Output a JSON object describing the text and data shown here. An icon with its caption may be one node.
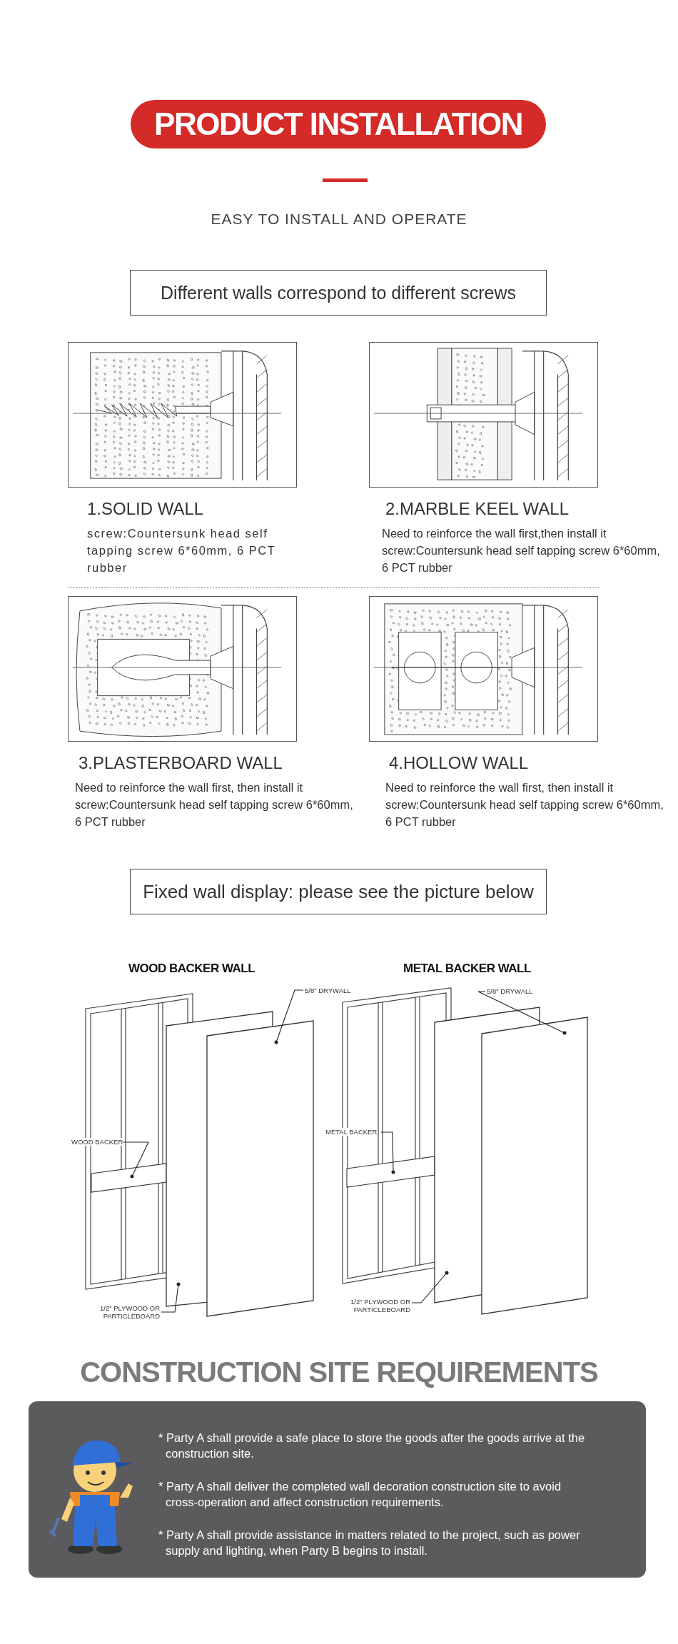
{
  "diagram": {
    "title": "PRODUCT INSTALLATION",
    "nodes": [
      {
        "text": [
          "Different walls correspond to different screws"
        ]
      },
      {
        "text": [],
        "shape": "picture",
        "beside": [
          "1.SOLID WALL",
          "screw:Countersunk head self tapping screw 6*60mm, 6 PCT rubber"
        ]
      },
      {
        "text": [],
        "shape": "picture",
        "beside": [
          "2.MARBLE KEEL WALL",
          "Need to reinforce the wall first,then install it",
          "screw:Countersunk head self tapping screw 6*60mm, 6 PCT rubber"
        ]
      },
      {
        "text": [],
        "shape": "picture",
        "beside": [
          "3.PLASTERBOARD WALL",
          "Need to reinforce the wall first, then install it",
          "screw:Countersunk head self tapping screw 6*60mm, 6 PCT rubber"
        ]
      },
      {
        "text": [],
        "shape": "picture",
        "beside": [
          "4.HOLLOW WALL",
          "Need to reinforce the wall first, then install it",
          "screw:Countersunk head self tapping screw 6*60mm, 6 PCT rubber"
        ]
      },
      {
        "text": [
          "Fixed wall display: please see the picture below"
        ]
      },
      {
        "text": [
          "5/8\" DRYWALL"
        ]
      },
      {
        "text": [
          "WOOD BACKER"
        ]
      },
      {
        "text": [
          "1/2\" PLYWOOD OR PARTICLEBOARD"
        ]
      },
      {
        "text": [],
        "shape": "box"
      },
      {
        "text": [],
        "shape": "bar"
      },
      {
        "text": [],
        "shape": "box"
      },
      {
        "text": [
          "5/8\" DRYWALL"
        ]
      },
      {
        "text": [
          "METAL BACKER"
        ]
      },
      {
        "text": [
          "1/2\" PLYWOOD OR PARTICLEBOARD"
        ]
      },
      {
        "text": [],
        "shape": "box"
      },
      {
        "text": [],
        "shape": "bar"
      },
      {
        "text": [],
        "shape": "box"
      },
      {
        "text": [
          "* Party A shall provide a safe place to store the goods after the goods arrive at the construction site.",
          "* Party A shall deliver the completed wall decoration construction site to avoid cross-operation and affect construction requirements.",
          "* Party A shall provide assistance in matters related to the project, such as power supply and lighting, when Party B begins to install."
        ]
      }
    ],
    "edges": [
      {
        "from": 6,
        "to": 9,
        "arrow": "other"
      },
      {
        "from": 7,
        "to": 10,
        "arrow": "other"
      },
      {
        "from": 8,
        "to": 11,
        "arrow": "other"
      },
      {
        "from": 12,
        "to": 15,
        "arrow": "other"
      },
      {
        "from": 13,
        "to": 16,
        "arrow": "other"
      },
      {
        "from": 14,
        "to": 17,
        "arrow": "other"
      }
    ],
    "labels": [
      "EASY TO INSTALL AND OPERATE",
      "WOOD BACKER WALL",
      "METAL BACKER WALL",
      "CONSTRUCTION SITE REQUIREMENTS"
    ]
  }
}
